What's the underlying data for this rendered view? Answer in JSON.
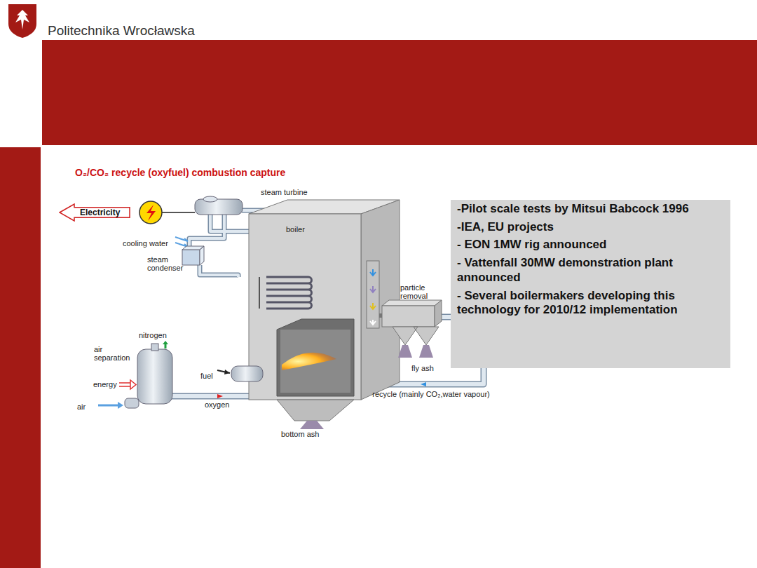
{
  "diagram": {
    "title": "O₂/CO₂ recycle (oxyfuel) combustion capture",
    "nodes": [
      {
        "text": [
          "Electricity"
        ]
      },
      {
        "text": [
          "-Pilot scale tests by Mitsui Babcock 1996",
          "-IEA, EU projects",
          "- EON 1MW rig announced",
          "- Vattenfall 30MW demonstration plant announced",
          "- Several boilermakers developing this technology for 2010/12 implementation"
        ]
      }
    ],
    "labels": [
      "Politechnika Wrocławska",
      "steam turbine",
      "boiler",
      "cooling water",
      "steam condenser",
      "particle removal",
      "nitrogen",
      "air separation",
      "energy",
      "fuel",
      "air",
      "oxygen",
      "fly ash",
      "recycle (mainly CO₂,water vapour)",
      "bottom ash"
    ]
  }
}
